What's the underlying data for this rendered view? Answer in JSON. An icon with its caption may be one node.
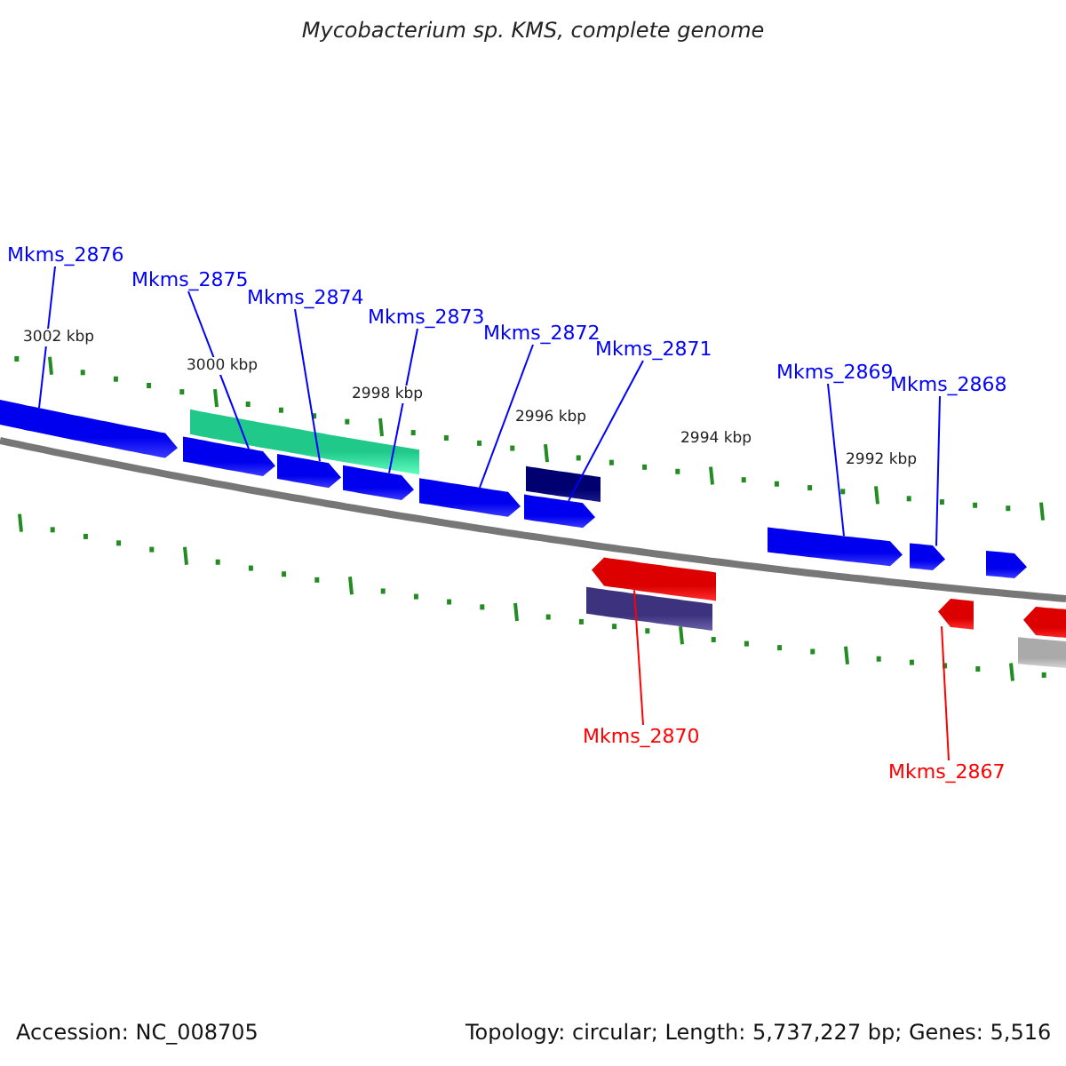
{
  "diagram": {
    "title": "Mycobacterium sp. KMS, complete genome",
    "nodes": [
      {
        "text": [
          "Mkms_2876"
        ]
      },
      {
        "text": [
          "Mkms_2875"
        ]
      },
      {
        "text": [
          "Mkms_2874"
        ]
      },
      {
        "text": [
          "Mkms_2873"
        ]
      },
      {
        "text": [
          "Mkms_2872"
        ]
      },
      {
        "text": [
          "Mkms_2871"
        ]
      },
      {
        "text": [
          "Mkms_2869"
        ]
      },
      {
        "text": [
          "Mkms_2868"
        ]
      },
      {
        "text": [
          "Mkms_2870"
        ]
      },
      {
        "text": [
          "Mkms_2867"
        ]
      },
      {
        "text": [],
        "shape": "arrow"
      },
      {
        "text": [],
        "shape": "bar"
      },
      {
        "text": [],
        "shape": "arrow"
      },
      {
        "text": [],
        "shape": "arrow"
      },
      {
        "text": [],
        "shape": "arrow"
      },
      {
        "text": [],
        "shape": "arrow"
      },
      {
        "text": [],
        "shape": "bar"
      },
      {
        "text": [],
        "shape": "arrow"
      },
      {
        "text": [],
        "shape": "arrow"
      },
      {
        "text": [],
        "shape": "bar"
      },
      {
        "text": [],
        "shape": "arrow"
      },
      {
        "text": [],
        "shape": "arrow"
      },
      {
        "text": [],
        "shape": "arrow"
      },
      {
        "text": [],
        "shape": "arrow"
      },
      {
        "text": [],
        "shape": "arrow"
      },
      {
        "text": [],
        "shape": "bar"
      }
    ],
    "edges": [
      {
        "from": 0,
        "to": 10,
        "arrow": "none"
      },
      {
        "from": 1,
        "to": 12,
        "arrow": "none"
      },
      {
        "from": 2,
        "to": 13,
        "arrow": "none"
      },
      {
        "from": 3,
        "to": 14,
        "arrow": "none"
      },
      {
        "from": 4,
        "to": 15,
        "arrow": "none"
      },
      {
        "from": 5,
        "to": 17,
        "arrow": "none"
      },
      {
        "from": 6,
        "to": 20,
        "arrow": "none"
      },
      {
        "from": 7,
        "to": 21,
        "arrow": "none"
      },
      {
        "from": 8,
        "to": 18,
        "arrow": "none",
        "color": "#ff0000"
      },
      {
        "from": 9,
        "to": 22,
        "arrow": "none",
        "color": "#ff0000"
      }
    ],
    "labels": [
      "3002 kbp",
      "3000 kbp",
      "2998 kbp",
      "2996 kbp",
      "2994 kbp",
      "2992 kbp",
      "Accession: NC_008705",
      "Topology: circular; Length: 5,737,227 bp; Genes: 5,516"
    ]
  }
}
